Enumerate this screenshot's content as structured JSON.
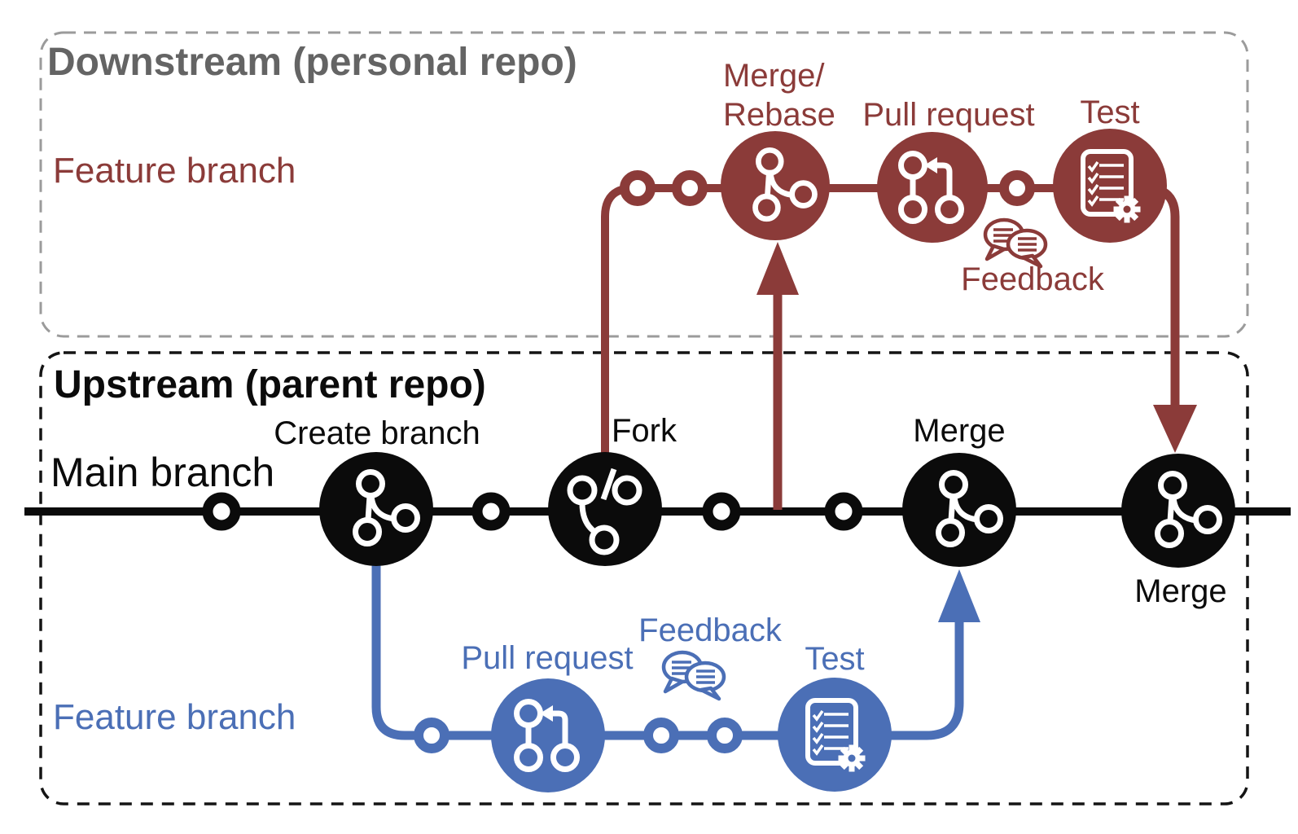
{
  "colors": {
    "maroon": "#8B3B39",
    "blue": "#4B6FB6",
    "black": "#0B0B0B",
    "gray_title": "#646464",
    "gray_dash": "#9B9B9B"
  },
  "downstream": {
    "title": "Downstream (personal repo)",
    "feature_branch_label": "Feature branch",
    "merge_rebase_line1": "Merge/",
    "merge_rebase_line2": "Rebase",
    "pull_request_label": "Pull request",
    "test_label": "Test",
    "feedback_label": "Feedback"
  },
  "upstream": {
    "title": "Upstream (parent repo)",
    "main_branch_label": "Main branch",
    "feature_branch_label": "Feature branch",
    "create_branch_label": "Create branch",
    "fork_label": "Fork",
    "merge_label": "Merge",
    "merge_final_label": "Merge",
    "pull_request_label": "Pull request",
    "feedback_label": "Feedback",
    "test_label": "Test"
  },
  "icons": {
    "git_branch": "git-branch-icon",
    "fork": "fork-icon",
    "pull_request": "pull-request-icon",
    "test": "checklist-gear-icon",
    "feedback": "speech-bubbles-icon"
  }
}
